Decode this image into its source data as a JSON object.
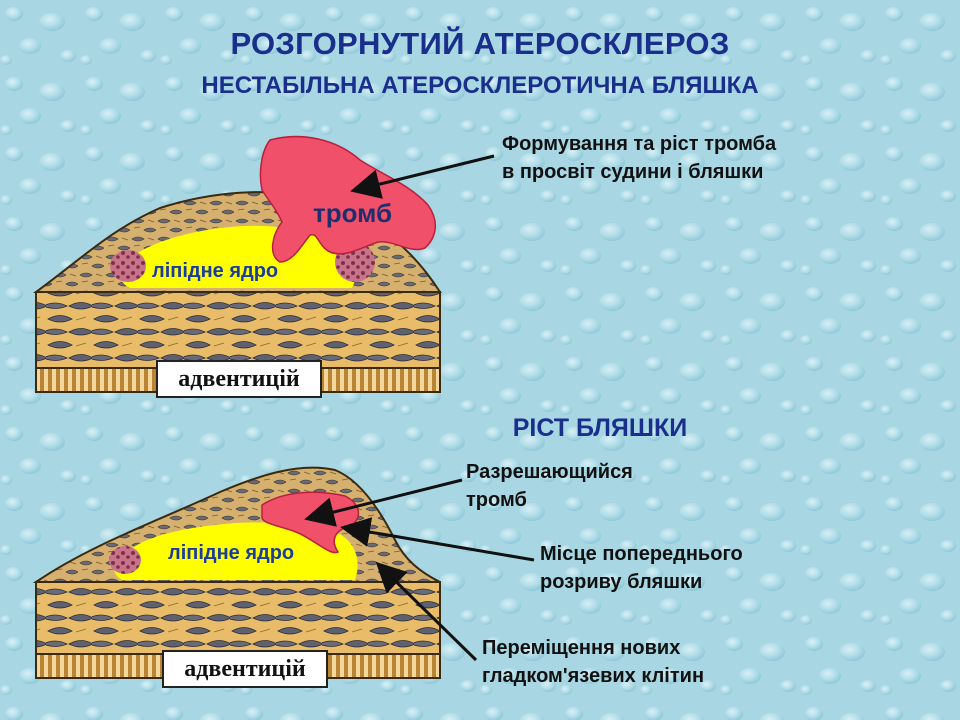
{
  "titles": {
    "main": "РОЗГОРНУТИЙ АТЕРОСКЛЕРОЗ",
    "subtitle": "НЕСТАБІЛЬНА АТЕРОСКЛЕРОТИЧНА БЛЯШКА",
    "section2": "РІСТ БЛЯШКИ"
  },
  "diagram_top": {
    "thrombus_label": "тромб",
    "lipid_label": "ліпідне ядро",
    "adventitia_label": "адвентицій",
    "annotation": "Формування та ріст  тромба\nв просвіт судини і бляшки"
  },
  "diagram_bottom": {
    "lipid_label": "ліпідне ядро",
    "adventitia_label": "адвентицій",
    "annotation_resolving": "Разрешающийся\nтромб",
    "annotation_rupture": "Місце попереднього\nрозриву бляшки",
    "annotation_migration": "Переміщення нових\nгладком'язевих клітин"
  },
  "colors": {
    "background": "#a9d6e3",
    "title": "#1a2f8c",
    "plaque_cap": "#d9b472",
    "lipid_core": "#ffff00",
    "thrombus": "#f0506a",
    "media": "#e7bb67",
    "cell": "#5d5d6b",
    "adventitia_stripe": "#c89040"
  }
}
